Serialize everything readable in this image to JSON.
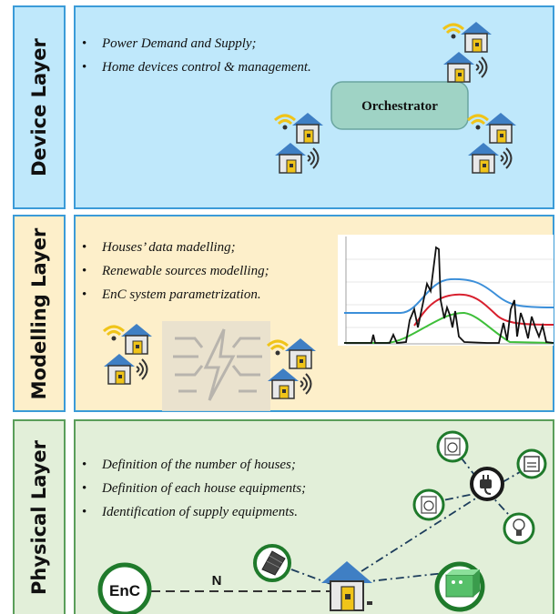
{
  "layers": {
    "device": {
      "title": "Device Layer",
      "bullets": [
        "Power Demand and Supply;",
        "Home devices control & management."
      ],
      "orchestrator_label": "Orchestrator"
    },
    "modelling": {
      "title": "Modelling Layer",
      "bullets": [
        "Houses’ data madelling;",
        "Renewable sources modelling;",
        "EnC system parametrization."
      ]
    },
    "physical": {
      "title": "Physical Layer",
      "bullets": [
        "Definition of the number of houses;",
        "Definition of each house equipments;",
        "Identification of supply equipments."
      ],
      "enc_label": "EnC",
      "link_label": "N"
    }
  },
  "colors": {
    "device_bg": "#bfe8fb",
    "modelling_bg": "#fdefca",
    "physical_bg": "#e2efd9",
    "border_blue": "#3b9bd8",
    "border_green": "#5a9e5a",
    "house_roof": "#3f7fc4",
    "house_door": "#f0c419",
    "wifi": "#f0c419",
    "orchestrator_bg": "#9fd3c5",
    "chart_blue": "#3c8fd9",
    "chart_red": "#d8202e",
    "chart_green": "#3fbf3a",
    "chart_black": "#111111",
    "enc_ring": "#1f7a2b"
  },
  "icons": [
    "house-icon",
    "wifi-icon",
    "signal-icon",
    "circuit-bolt-icon",
    "solar-panel-icon",
    "battery-icon",
    "plug-icon",
    "washing-machine-icon",
    "dishwasher-icon",
    "lightbulb-icon"
  ]
}
